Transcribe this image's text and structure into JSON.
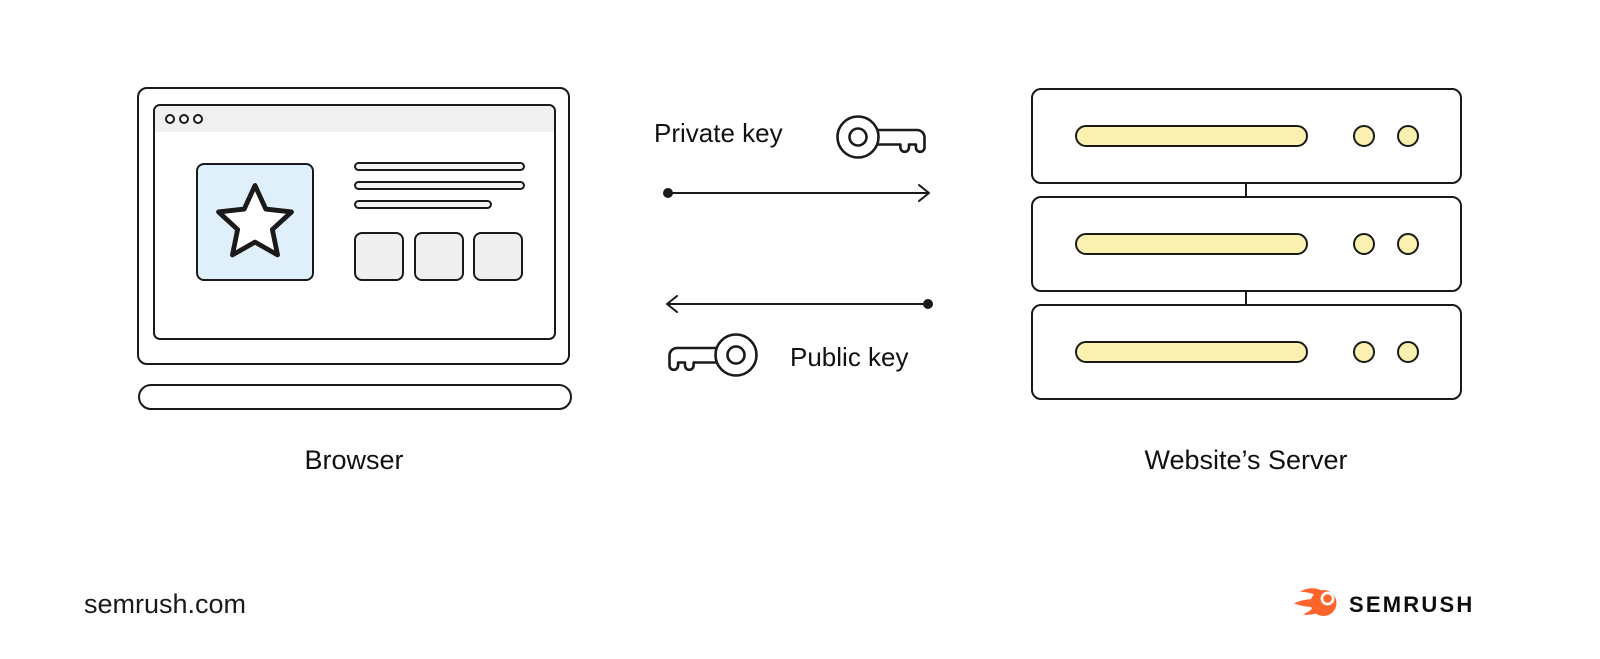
{
  "diagram": {
    "browser_label": "Browser",
    "server_label": "Website’s Server",
    "private_key_label": "Private key",
    "public_key_label": "Public key",
    "flow": [
      {
        "from": "Browser",
        "to": "Website’s Server",
        "item": "Private key",
        "direction": "right"
      },
      {
        "from": "Website’s Server",
        "to": "Browser",
        "item": "Public key",
        "direction": "left"
      }
    ],
    "server_units": 3
  },
  "icons": {
    "star": "star-icon",
    "window_dots": "window-dot-icon",
    "private_key": "key-icon",
    "public_key": "key-icon",
    "brand_flame": "semrush-flame-icon"
  },
  "footer": {
    "website": "semrush.com",
    "logo_text": "SEMRUSH"
  },
  "colors": {
    "stroke": "#1A1A1A",
    "accent_blue": "#DFF0FA",
    "accent_yellow": "#FAF1B0",
    "panel_gray": "#EFEFEF",
    "header_gray": "#F0F0F0",
    "brand_orange": "#FF642D"
  }
}
